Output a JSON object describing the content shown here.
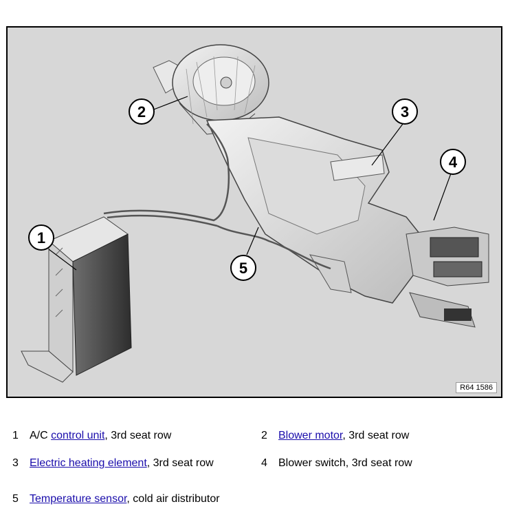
{
  "figure": {
    "reference_code": "R64 1586",
    "callouts": [
      "1",
      "2",
      "3",
      "4",
      "5"
    ]
  },
  "legend": {
    "items": [
      {
        "number": "1",
        "prefix": "A/C ",
        "link": "control unit",
        "suffix": ", 3rd seat row"
      },
      {
        "number": "2",
        "prefix": "",
        "link": "Blower motor",
        "suffix": ", 3rd seat row"
      },
      {
        "number": "3",
        "prefix": "",
        "link": "Electric heating element",
        "suffix": ", 3rd seat row"
      },
      {
        "number": "4",
        "prefix": "Blower switch, 3rd seat row",
        "link": "",
        "suffix": ""
      },
      {
        "number": "5",
        "prefix": "",
        "link": "Temperature sensor",
        "suffix": ", cold air distributor"
      }
    ]
  },
  "colors": {
    "background": "#d7d7d7",
    "link": "#1a0dab"
  }
}
